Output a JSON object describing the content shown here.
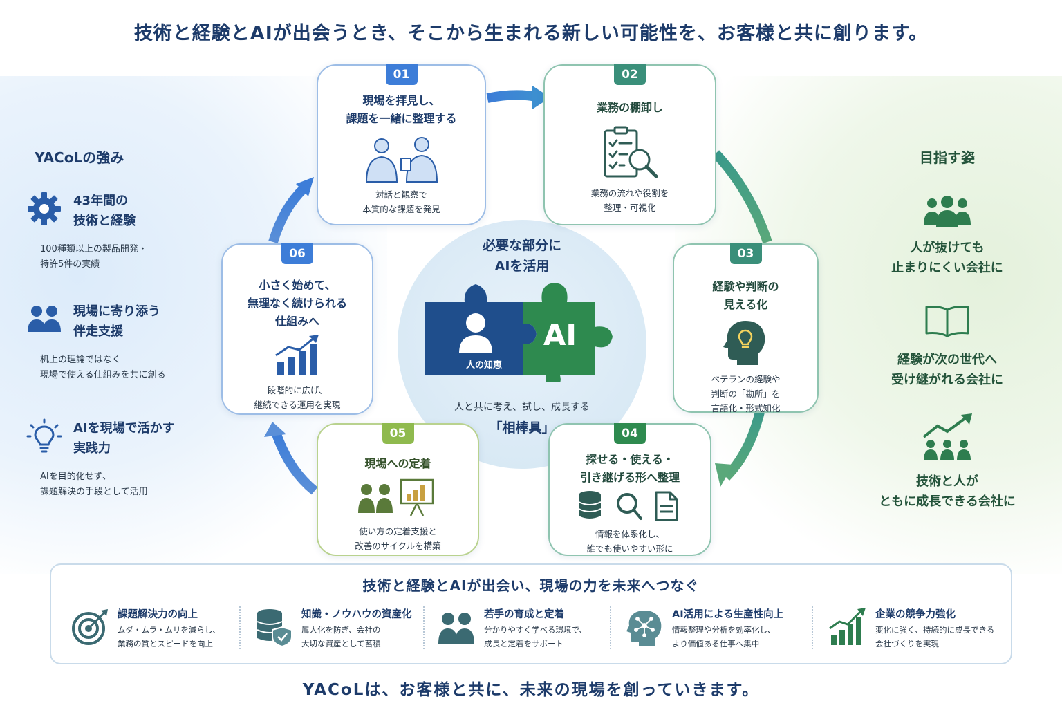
{
  "headline": "技術と経験とAIが出会うとき、そこから生まれる新しい可能性を、お客様と共に創ります。",
  "strengths": {
    "title": "YACoLの強み",
    "items": [
      {
        "icon": "gear-icon",
        "head": "43年間の\n技術と経験",
        "desc": "100種類以上の製品開発・\n特許5件の実績"
      },
      {
        "icon": "people-icon",
        "head": "現場に寄り添う\n伴走支援",
        "desc": "机上の理論ではなく\n現場で使える仕組みを共に創る"
      },
      {
        "icon": "lightbulb-icon",
        "head": "AIを現場で活かす\n実践力",
        "desc": "AIを目的化せず、\n課題解決の手段として活用"
      }
    ]
  },
  "vision": {
    "title": "目指す姿",
    "items": [
      {
        "icon": "group-icon",
        "text": "人が抜けても\n止まりにくい会社に"
      },
      {
        "icon": "book-icon",
        "text": "経験が次の世代へ\n受け継がれる会社に"
      },
      {
        "icon": "growth-group-icon",
        "text": "技術と人が\nともに成長できる会社に"
      }
    ]
  },
  "steps": [
    {
      "num": "01",
      "title": "現場を拝見し、\n課題を一緒に整理する",
      "desc": "対話と観察で\n本質的な課題を発見",
      "icon": "consultation-icon"
    },
    {
      "num": "02",
      "title": "業務の棚卸し",
      "desc": "業務の流れや役割を\n整理・可視化",
      "icon": "clipboard-search-icon"
    },
    {
      "num": "03",
      "title": "経験や判断の\n見える化",
      "desc": "ベテランの経験や\n判断の「勘所」を\n言語化・形式知化",
      "icon": "head-lightbulb-icon"
    },
    {
      "num": "04",
      "title": "探せる・使える・\n引き継げる形へ整理",
      "desc": "情報を体系化し、\n誰でも使いやすい形に",
      "icon": "database-search-document-icon"
    },
    {
      "num": "05",
      "title": "現場への定着",
      "desc": "使い方の定着支援と\n改善のサイクルを構築",
      "icon": "training-icon"
    },
    {
      "num": "06",
      "title": "小さく始めて、\n無理なく続けられる\n仕組みへ",
      "desc": "段階的に広げ、\n継続できる運用を実現",
      "icon": "bar-growth-icon"
    }
  ],
  "center": {
    "title": "必要な部分に\nAIを活用",
    "human_label": "人の知恵",
    "ai_label": "AI",
    "subtitle": "人と共に考え、試し、成長する",
    "name": "「相棒具」"
  },
  "bottom": {
    "title": "技術と経験とAIが出会い、現場の力を未来へつなぐ",
    "benefits": [
      {
        "icon": "target-icon",
        "head": "課題解決力の向上",
        "desc": "ムダ・ムラ・ムリを減らし、\n業務の質とスピードを向上"
      },
      {
        "icon": "database-shield-icon",
        "head": "知識・ノウハウの資産化",
        "desc": "属人化を防ぎ、会社の\n大切な資産として蓄積"
      },
      {
        "icon": "people-icon",
        "head": "若手の育成と定着",
        "desc": "分かりやすく学べる環境で、\n成長と定着をサポート"
      },
      {
        "icon": "ai-brain-icon",
        "head": "AI活用による生産性向上",
        "desc": "情報整理や分析を効率化し、\nより価値ある仕事へ集中"
      },
      {
        "icon": "bar-growth-icon",
        "head": "企業の競争力強化",
        "desc": "変化に強く、持続的に成長できる\n会社づくりを実現"
      }
    ]
  },
  "footer": "YACoLは、お客様と共に、未来の現場を創っていきます。",
  "colors": {
    "navy": "#1d3b6a",
    "blue": "#3d7dd8",
    "teal": "#3a8f7a",
    "green": "#2e7d4f",
    "lime": "#8fba4e"
  }
}
